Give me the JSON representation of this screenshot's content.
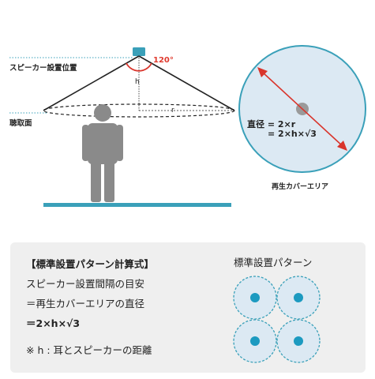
{
  "diagram": {
    "speaker_position_label": "スピーカー設置位置",
    "listening_plane_label": "聴取面",
    "angle_label": "120°",
    "height_label": "h",
    "radius_label": "r",
    "formula_line1": "直径 = 2×r",
    "formula_line2": "= 2×h×√3",
    "coverage_label": "再生カバーエリア",
    "colors": {
      "teal": "#3aa0b9",
      "red": "#d9342b",
      "area": "#dce9f3",
      "person": "#8a8a8a"
    }
  },
  "panel": {
    "heading": "【標準設置パターン計算式】",
    "line1": "スピーカー設置間隔の目安",
    "line2": "＝再生カバーエリアの直径",
    "line3": "＝2×h×√3",
    "note": "※ h : 耳とスピーカーの距離",
    "pattern_title": "標準設置パターン"
  }
}
